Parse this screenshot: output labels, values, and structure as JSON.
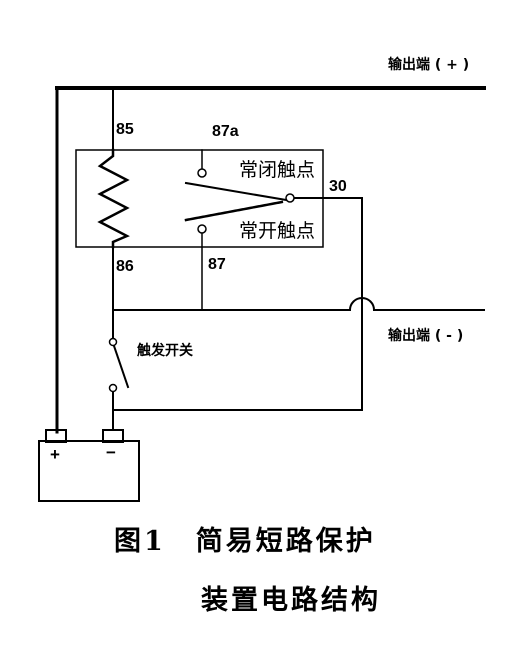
{
  "labels": {
    "output_positive": "输出端 ( + )",
    "output_negative": "输出端 ( - )",
    "pin_85": "85",
    "pin_87a": "87a",
    "pin_30": "30",
    "pin_86": "86",
    "pin_87": "87",
    "normally_closed": "常闭触点",
    "normally_open": "常开触点",
    "trigger_switch": "触发开关",
    "battery_plus": "+",
    "battery_minus": "−"
  },
  "caption": {
    "line1": "图1　简易短路保护",
    "line2": "装置电路结构"
  }
}
